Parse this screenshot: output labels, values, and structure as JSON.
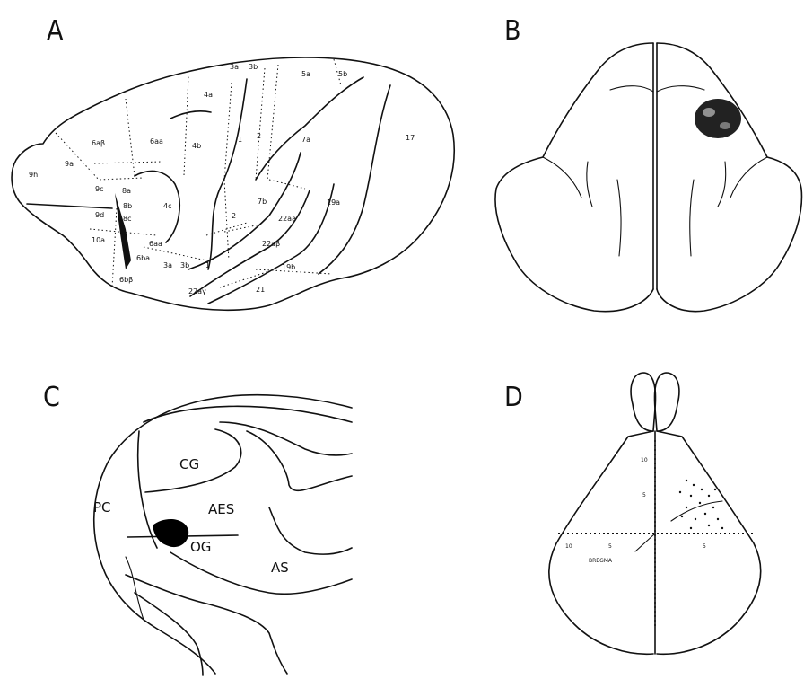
{
  "panels": {
    "A": {
      "letter": "A",
      "areas": [
        "9h",
        "9a",
        "6aβ",
        "6aa",
        "4a",
        "4b",
        "3a",
        "3b",
        "5a",
        "5b",
        "1",
        "2",
        "7a",
        "17",
        "9c",
        "8a",
        "9d",
        "8b",
        "8c",
        "4c",
        "7b",
        "2",
        "19a",
        "22aa",
        "10a",
        "6aa",
        "6ba",
        "22aβ",
        "3a",
        "3b",
        "1",
        "19b",
        "6bβ",
        "22aγ",
        "21"
      ]
    },
    "B": {
      "letter": "B"
    },
    "C": {
      "letter": "C",
      "labels": {
        "cg": "CG",
        "pc": "PC",
        "aes": "AES",
        "og": "OG",
        "as": "AS"
      }
    },
    "D": {
      "letter": "D",
      "scale": {
        "top": "10",
        "mid": "5",
        "left10": "10",
        "left5": "5",
        "right5": "5"
      },
      "bregma": "BREGMA"
    }
  },
  "colors": {
    "ink": "#111111",
    "background": "#ffffff"
  }
}
